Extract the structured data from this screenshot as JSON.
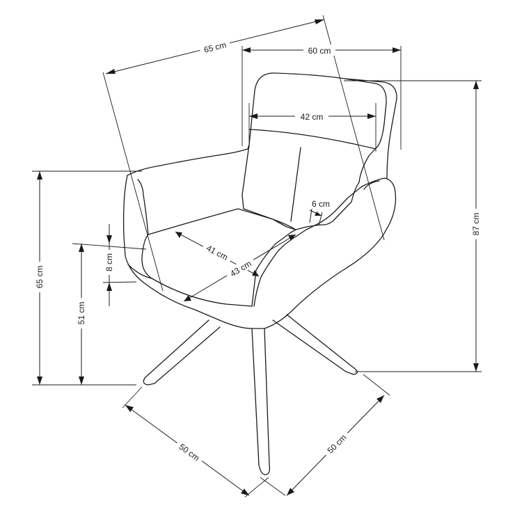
{
  "dimensions": {
    "diagonal_width": "65 cm",
    "overall_width": "60 cm",
    "backrest_width": "42 cm",
    "overall_height": "87 cm",
    "armrest_height": "65 cm",
    "seat_height": "51 cm",
    "cushion_thickness": "8 cm",
    "seat_width": "41 cm",
    "seat_depth": "43 cm",
    "backrest_gap": "6 cm",
    "base_left": "50 cm",
    "base_right": "50 cm"
  }
}
